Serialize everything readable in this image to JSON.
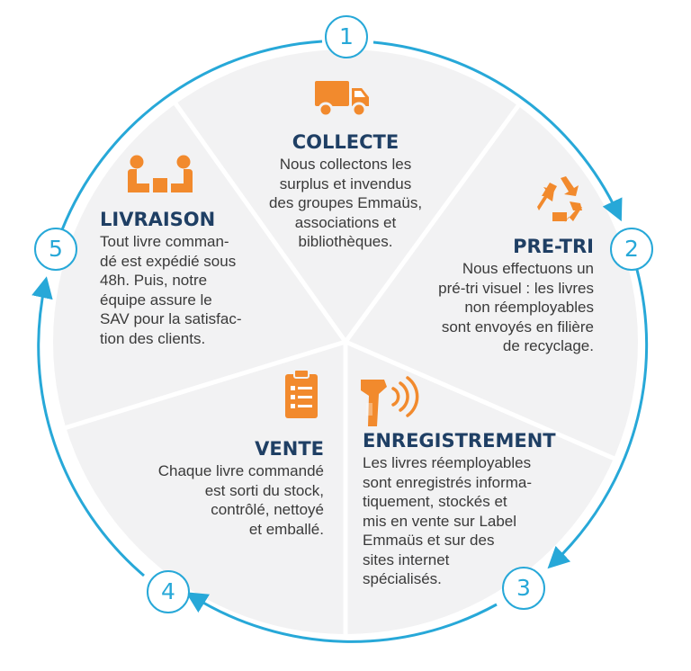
{
  "colors": {
    "accent": "#27a8d8",
    "icon": "#f28a2d",
    "title": "#1f3f64",
    "segment": "#f2f2f3",
    "divider": "#ffffff"
  },
  "steps": [
    {
      "number": "1",
      "title": "COLLECTE",
      "icon": "truck-icon",
      "lines": [
        "Nous collectons les",
        "surplus et invendus",
        "des groupes Emmaüs,",
        "associations et",
        "bibliothèques."
      ]
    },
    {
      "number": "2",
      "title": "PRE-TRI",
      "icon": "recycle-icon",
      "lines": [
        "Nous effectuons un",
        "pré-tri visuel : les livres",
        "non réemployables",
        "sont envoyés en filière",
        "de recyclage."
      ]
    },
    {
      "number": "3",
      "title": "ENREGISTREMENT",
      "icon": "barcode-scanner-icon",
      "lines": [
        "Les livres réemployables",
        "sont enregistrés informa-",
        "tiquement, stockés et",
        "mis en vente sur Label",
        "Emmaüs et sur des",
        "sites internet",
        "spécialisés."
      ]
    },
    {
      "number": "4",
      "title": "VENTE",
      "icon": "checklist-icon",
      "lines": [
        "Chaque livre commandé",
        "est sorti du stock,",
        "contrôlé, nettoyé",
        "et emballé."
      ]
    },
    {
      "number": "5",
      "title": "LIVRAISON",
      "icon": "people-desk-icon",
      "lines": [
        "Tout livre comman-",
        "dé est expédié sous",
        "48h. Puis, notre",
        "équipe assure le",
        "SAV pour la satisfac-",
        "tion des clients."
      ]
    }
  ]
}
